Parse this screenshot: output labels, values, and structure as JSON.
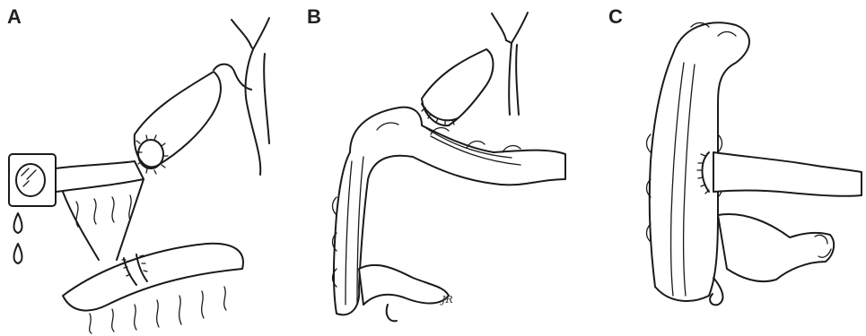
{
  "panels": [
    {
      "label": "A"
    },
    {
      "label": "B"
    },
    {
      "label": "C"
    }
  ],
  "signature": "JR"
}
